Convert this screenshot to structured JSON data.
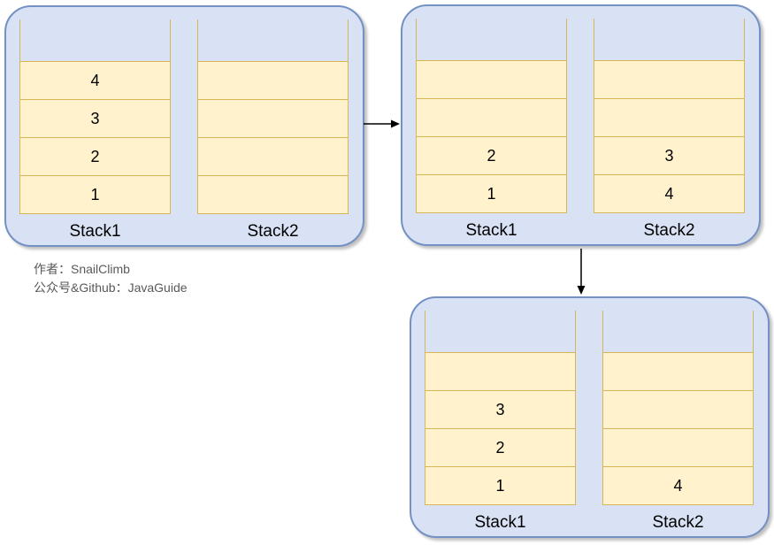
{
  "diagram": {
    "description": "Two-stack queue state diagram",
    "panels": [
      {
        "name": "state-1",
        "stacks": [
          {
            "label": "Stack1",
            "cells": [
              "4",
              "3",
              "2",
              "1"
            ]
          },
          {
            "label": "Stack2",
            "cells": [
              "",
              "",
              "",
              ""
            ]
          }
        ]
      },
      {
        "name": "state-2",
        "stacks": [
          {
            "label": "Stack1",
            "cells": [
              "",
              "",
              "2",
              "1"
            ]
          },
          {
            "label": "Stack2",
            "cells": [
              "",
              "",
              "3",
              "4"
            ]
          }
        ]
      },
      {
        "name": "state-3",
        "stacks": [
          {
            "label": "Stack1",
            "cells": [
              "",
              "3",
              "2",
              "1"
            ]
          },
          {
            "label": "Stack2",
            "cells": [
              "",
              "",
              "",
              "4"
            ]
          }
        ]
      }
    ]
  },
  "watermark": {
    "line1": "作者：SnailClimb",
    "line2": "公众号&Github：JavaGuide"
  },
  "colors": {
    "panel_fill": "#d8e2f4",
    "panel_stroke": "#7491c4",
    "cell_fill": "#fff2cc",
    "cell_stroke": "#d6b656",
    "arrow": "#000000",
    "watermark_text": "#595959",
    "label_text": "#000000"
  }
}
